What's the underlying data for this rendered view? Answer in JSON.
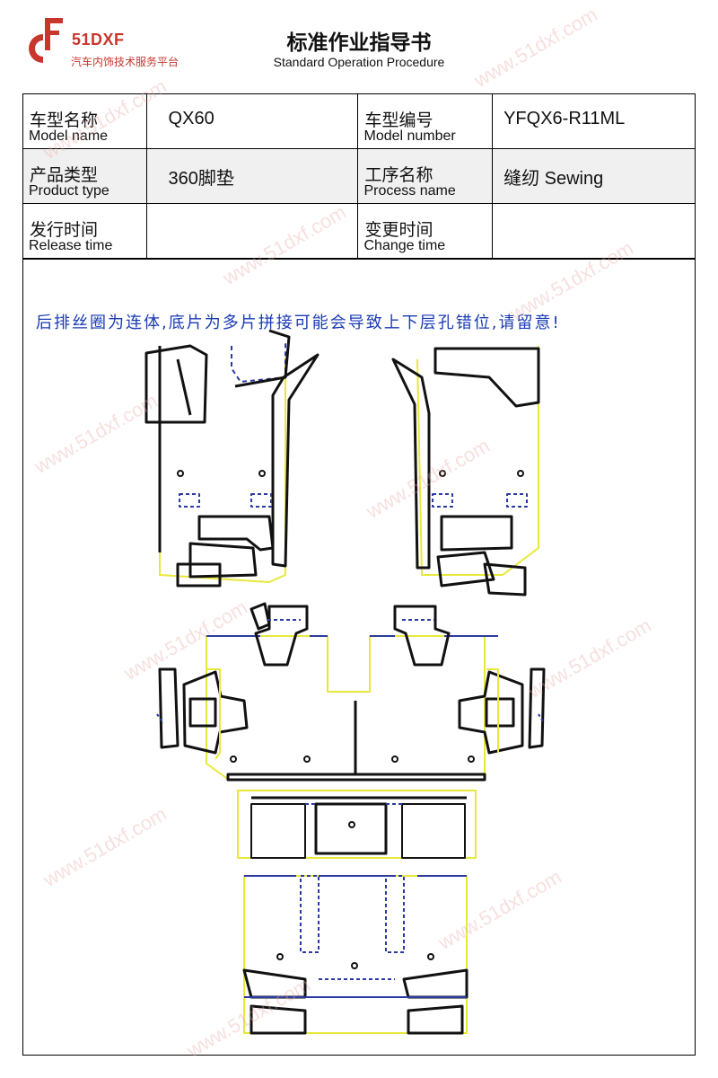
{
  "brand": {
    "name": "51DXF",
    "subtitle": "汽车内饰技术服务平台",
    "color": "#c8372d"
  },
  "document": {
    "title_cn": "标准作业指导书",
    "title_en": "Standard Operation Procedure"
  },
  "info_table": {
    "model_name": {
      "label_cn": "车型名称",
      "label_en": "Model name",
      "value": "QX60"
    },
    "model_number": {
      "label_cn": "车型编号",
      "label_en": "Model number",
      "value": "YFQX6-R11ML"
    },
    "product_type": {
      "label_cn": "产品类型",
      "label_en": "Product type",
      "value": "360脚垫"
    },
    "process_name": {
      "label_cn": "工序名称",
      "label_en": "Process name",
      "value": "缝纫 Sewing"
    },
    "release_time": {
      "label_cn": "发行时间",
      "label_en": "Release time",
      "value": ""
    },
    "change_time": {
      "label_cn": "变更时间",
      "label_en": "Change time",
      "value": ""
    }
  },
  "notice": {
    "text": "后排丝圈为连体,底片为多片拼接可能会导致上下层孔错位,请留意!",
    "color": "#1a3bb3"
  },
  "watermark": {
    "text": "www.51dxf.com"
  },
  "colors": {
    "outline": "#111111",
    "edge_yellow": "#e8e83a",
    "edge_blue": "#2b3aa0"
  }
}
